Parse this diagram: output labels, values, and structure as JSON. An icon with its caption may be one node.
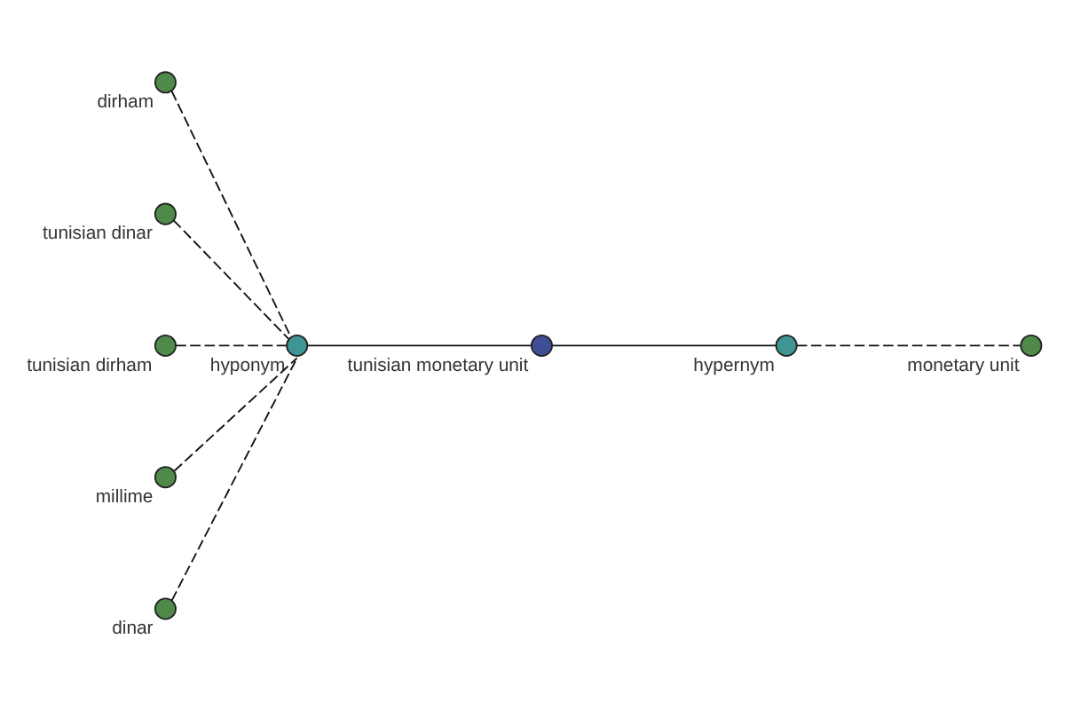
{
  "diagram": {
    "nodes": [
      {
        "text": [
          "dirham"
        ]
      },
      {
        "text": [
          "tunisian dinar"
        ]
      },
      {
        "text": [
          "hyponym"
        ]
      },
      {
        "text": [
          "tunisian dirham"
        ]
      },
      {
        "text": [
          "millime"
        ]
      },
      {
        "text": [
          "tunisian monetary unit"
        ]
      },
      {
        "text": [
          "hypernym"
        ]
      },
      {
        "text": [
          "monetary unit"
        ]
      },
      {
        "text": [
          "dinar"
        ]
      }
    ],
    "edges": [
      {
        "from": 0,
        "to": 2,
        "arrow": "none",
        "style": "dashed"
      },
      {
        "from": 1,
        "to": 2,
        "arrow": "none",
        "style": "dashed"
      },
      {
        "from": 3,
        "to": 2,
        "arrow": "none",
        "style": "dashed"
      },
      {
        "from": 4,
        "to": 2,
        "arrow": "none",
        "style": "dashed"
      },
      {
        "from": 8,
        "to": 2,
        "arrow": "none",
        "style": "dashed"
      },
      {
        "from": 2,
        "to": 5,
        "arrow": "none"
      },
      {
        "from": 5,
        "to": 6,
        "arrow": "none"
      },
      {
        "from": 6,
        "to": 7,
        "arrow": "none",
        "style": "dashed"
      }
    ]
  }
}
